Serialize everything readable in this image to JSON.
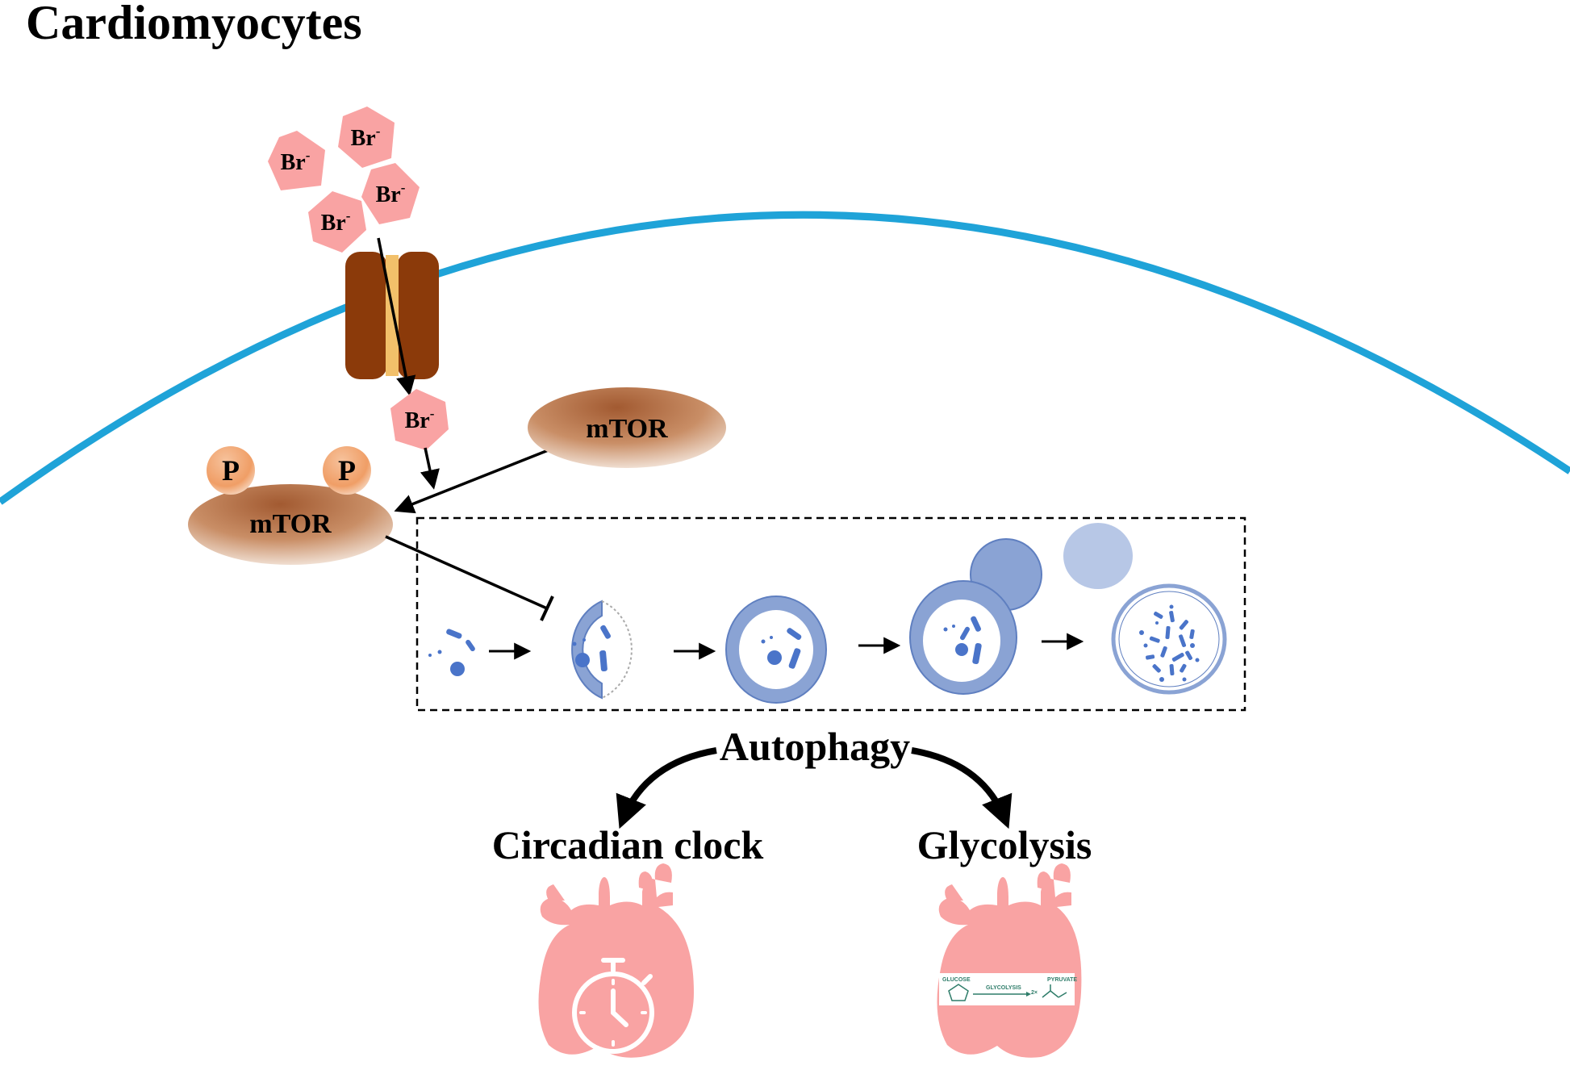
{
  "title": "Cardiomyocytes",
  "ion": {
    "symbol": "Br",
    "charge": "-"
  },
  "mtor_labels": {
    "phosphorylated": "mTOR",
    "free": "mTOR"
  },
  "phosphate_label": "P",
  "process_label": "Autophagy",
  "outcomes": {
    "left": "Circadian clock",
    "right": "Glycolysis"
  },
  "glycolysis_panel": {
    "substrate": "GLUCOSE",
    "process": "GLYCOLYSIS",
    "product": "PYRUVATE",
    "multiplier": "2×"
  },
  "colors": {
    "membrane": "#1fa3d8",
    "ion": "#f9a3a3",
    "channel": "#8b3a0a",
    "channel_pore": "#f2c06a",
    "mtor_dark": "#b9754a",
    "mtor_light": "#f4e6da",
    "phosphate": "#f1a878",
    "vesicle": "#8aa3d4",
    "cargo": "#4a74c9",
    "heart": "#f9a3a3"
  }
}
